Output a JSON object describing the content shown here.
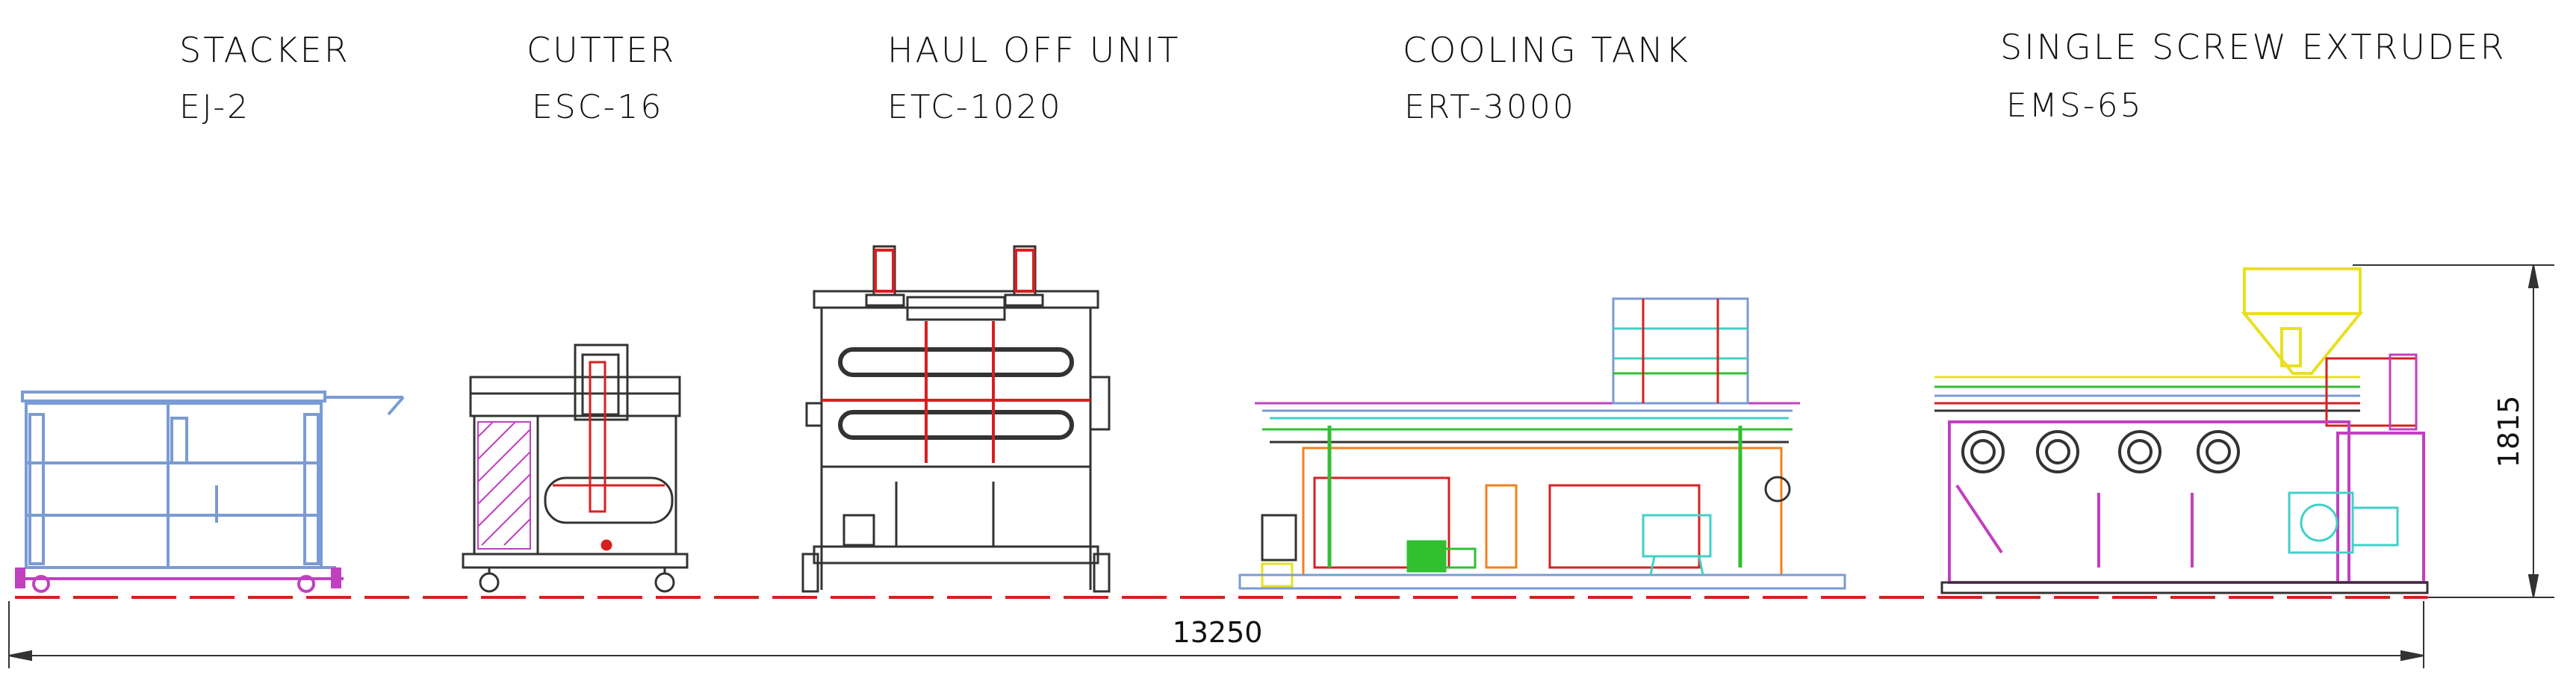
{
  "machines": [
    {
      "name": "STACKER",
      "model": "EJ-2"
    },
    {
      "name": "CUTTER",
      "model": "ESC-16"
    },
    {
      "name": "HAUL OFF UNIT",
      "model": "ETC-1020"
    },
    {
      "name": "COOLING TANK",
      "model": "ERT-3000"
    },
    {
      "name": "SINGLE SCREW EXTRUDER",
      "model": "EMS-65"
    }
  ],
  "dimensions": {
    "total_length": "13250",
    "height": "1815"
  },
  "colors": {
    "line": "#333333",
    "blue": "#7a9bd4",
    "red": "#d62020",
    "magenta": "#c040c0",
    "green": "#30c030",
    "cyan": "#40d0c8",
    "yellow": "#e8e020",
    "orange": "#f08020"
  }
}
